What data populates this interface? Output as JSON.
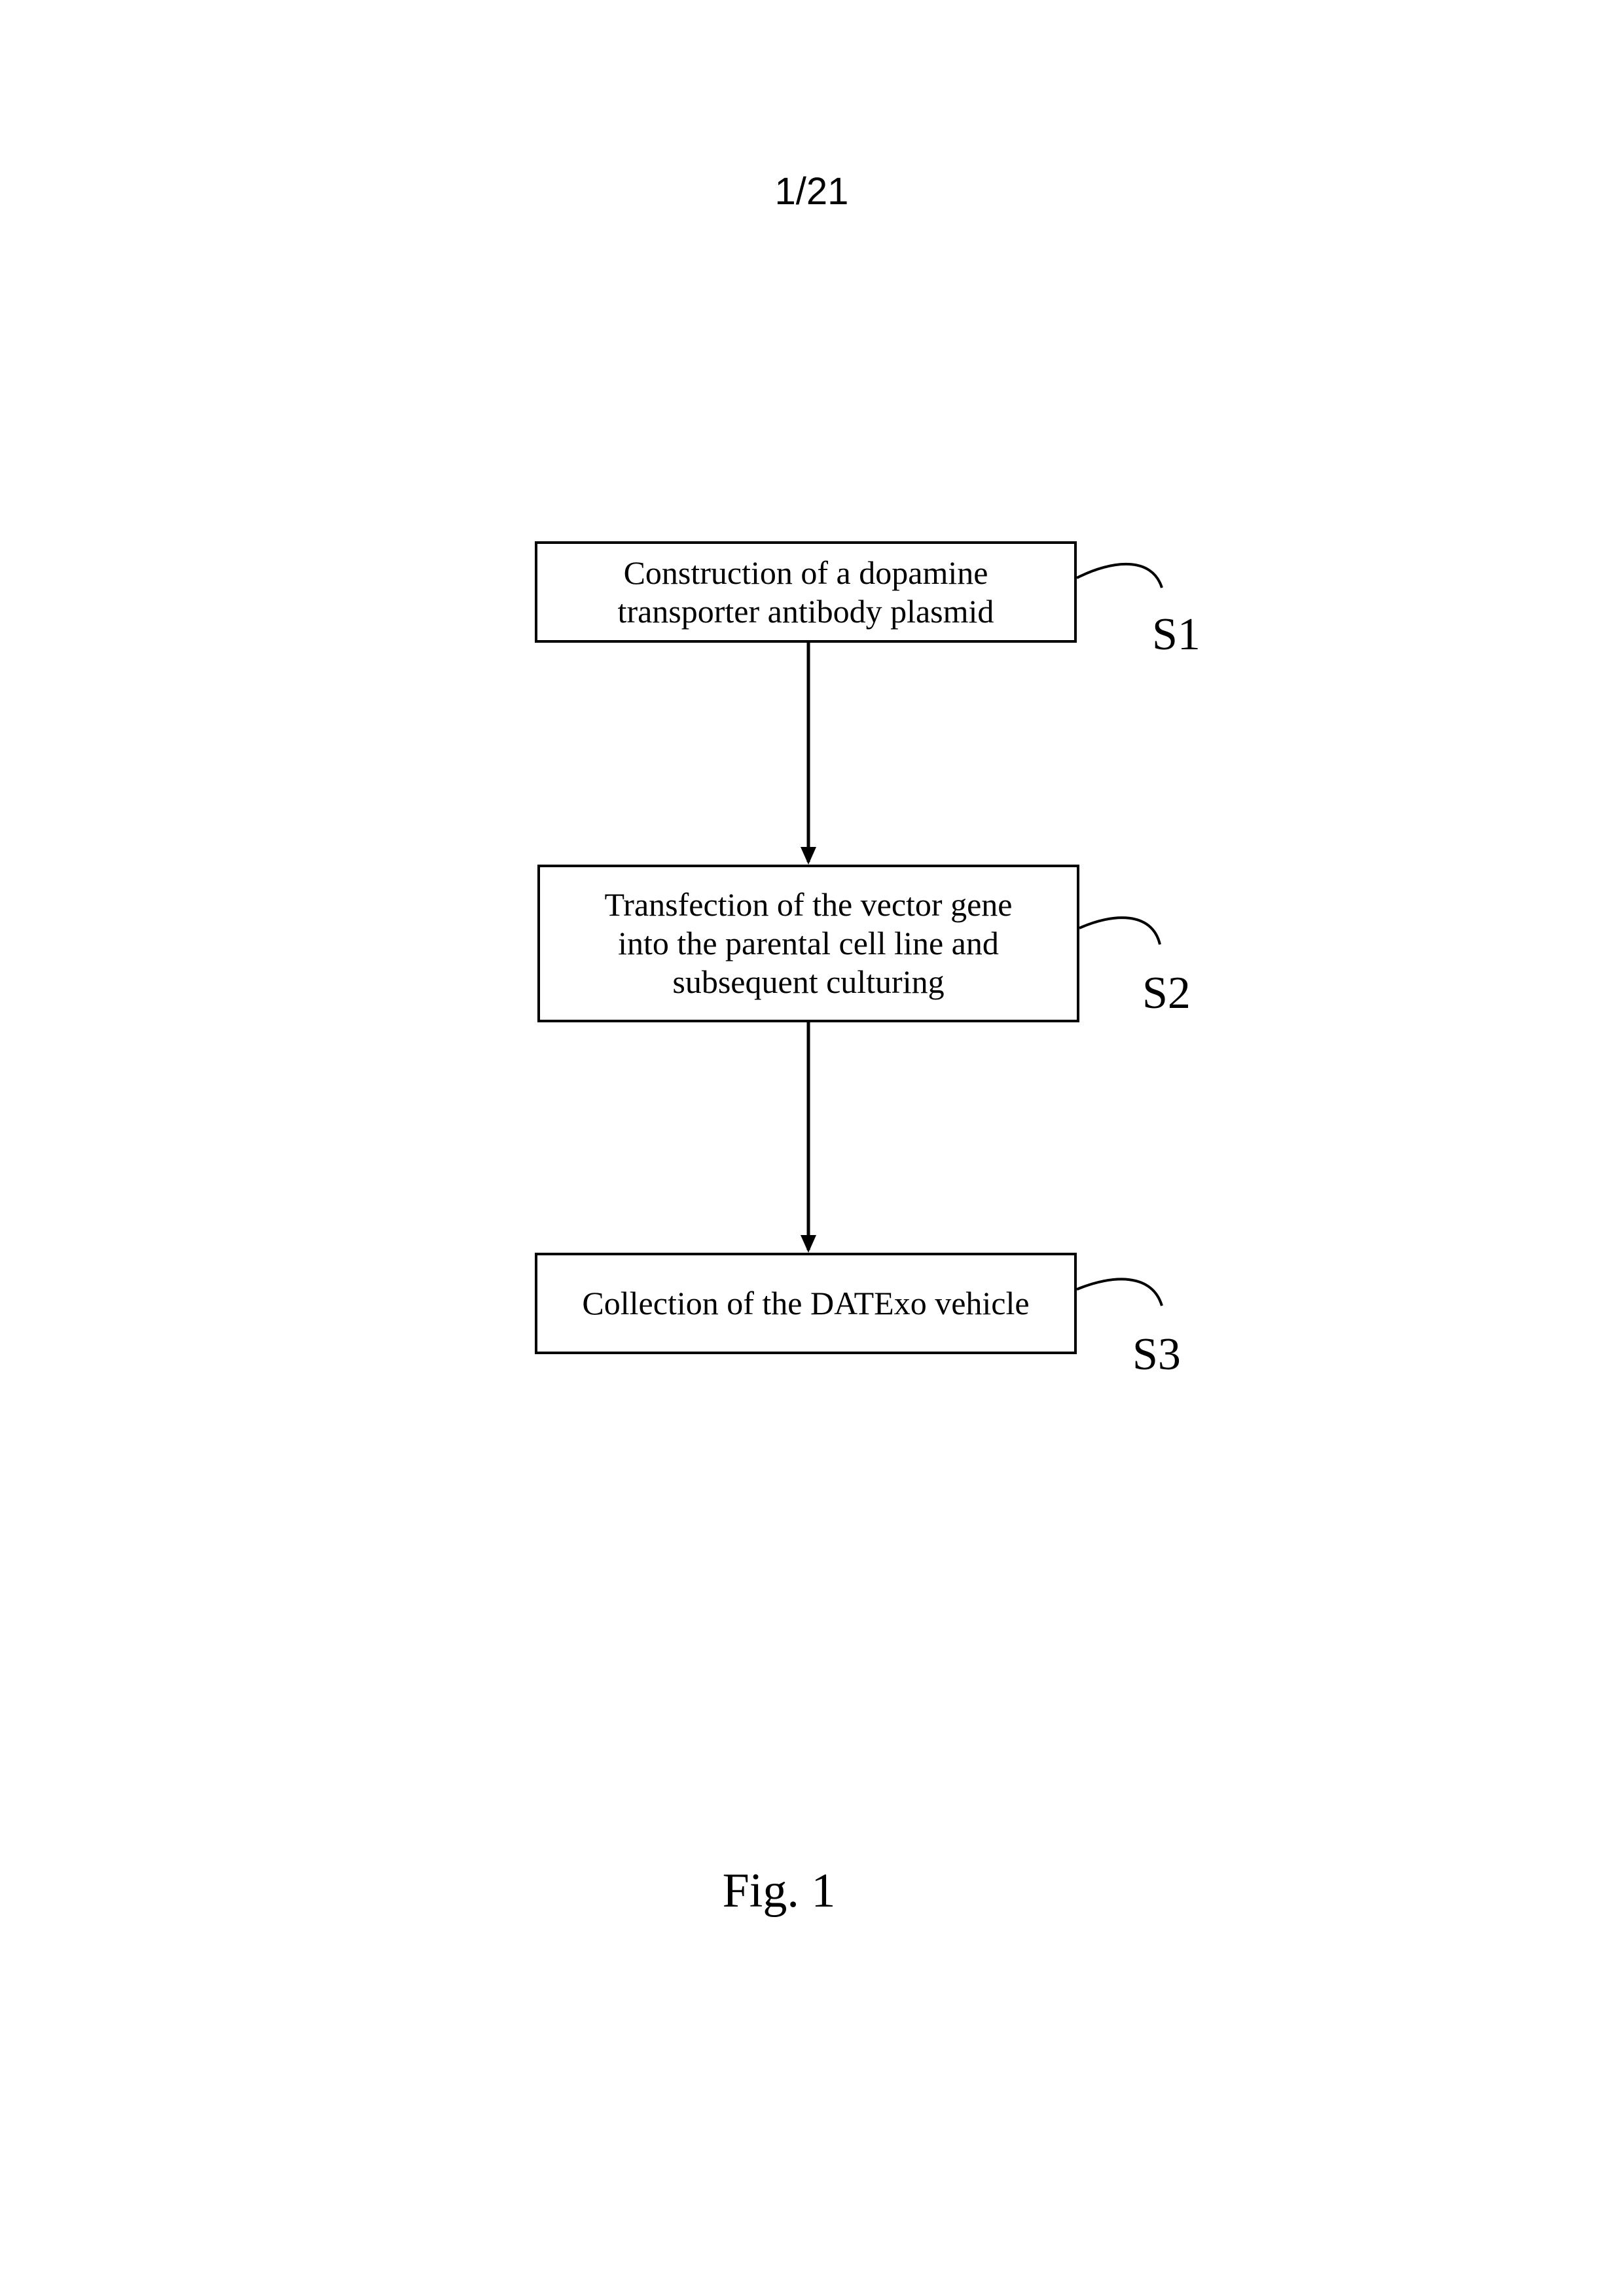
{
  "page_number": "1/21",
  "flowchart": {
    "steps": [
      {
        "id": "S1",
        "lines": [
          "Construction of a dopamine",
          "transporter antibody plasmid"
        ],
        "label": "S1"
      },
      {
        "id": "S2",
        "lines": [
          "Transfection of the vector gene",
          "into the parental cell line and",
          "subsequent culturing"
        ],
        "label": "S2"
      },
      {
        "id": "S3",
        "lines": [
          "Collection of the DATExo vehicle"
        ],
        "label": "S3"
      }
    ]
  },
  "figure_caption": "Fig. 1"
}
